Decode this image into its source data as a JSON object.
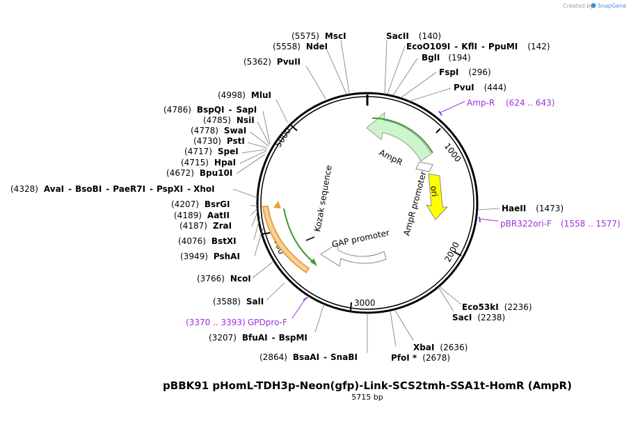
{
  "brand": {
    "created_by": "Created by",
    "name": "SnapGene"
  },
  "plasmid": {
    "title": "pBBK91 pHomL-TDH3p-Neon(gfp)-Link-SCS2tmh-SSA1t-HomR (AmpR)",
    "size_label": "5715 bp"
  },
  "ticks": [
    "1000",
    "2000",
    "3000",
    "4000",
    "5000"
  ],
  "enzyme_sites": [
    {
      "id": "mscI",
      "coord": "(5575)",
      "names": [
        "MscI"
      ]
    },
    {
      "id": "ndeI",
      "coord": "(5558)",
      "names": [
        "NdeI"
      ]
    },
    {
      "id": "pvuII",
      "coord": "(5362)",
      "names": [
        "PvuII"
      ]
    },
    {
      "id": "mluI",
      "coord": "(4998)",
      "names": [
        "MluI"
      ]
    },
    {
      "id": "bspqi",
      "coord": "(4786)",
      "names": [
        "BspQI",
        "SapI"
      ]
    },
    {
      "id": "nsiI",
      "coord": "(4785)",
      "names": [
        "NsiI"
      ]
    },
    {
      "id": "swaI",
      "coord": "(4778)",
      "names": [
        "SwaI"
      ]
    },
    {
      "id": "pstI",
      "coord": "(4730)",
      "names": [
        "PstI"
      ]
    },
    {
      "id": "speI",
      "coord": "(4717)",
      "names": [
        "SpeI"
      ]
    },
    {
      "id": "hpaI",
      "coord": "(4715)",
      "names": [
        "HpaI"
      ]
    },
    {
      "id": "bpu10I",
      "coord": "(4672)",
      "names": [
        "Bpu10I"
      ]
    },
    {
      "id": "avaI",
      "coord": "(4328)",
      "names": [
        "AvaI",
        "BsoBI",
        "PaeR7I",
        "PspXI",
        "XhoI"
      ]
    },
    {
      "id": "bsrGI",
      "coord": "(4207)",
      "names": [
        "BsrGI"
      ]
    },
    {
      "id": "aatII",
      "coord": "(4189)",
      "names": [
        "AatII"
      ]
    },
    {
      "id": "zraI",
      "coord": "(4187)",
      "names": [
        "ZraI"
      ]
    },
    {
      "id": "bstXI",
      "coord": "(4076)",
      "names": [
        "BstXI"
      ]
    },
    {
      "id": "pshAI",
      "coord": "(3949)",
      "names": [
        "PshAI"
      ]
    },
    {
      "id": "ncoI",
      "coord": "(3766)",
      "names": [
        "NcoI"
      ]
    },
    {
      "id": "salI",
      "coord": "(3588)",
      "names": [
        "SalI"
      ]
    },
    {
      "id": "bfuAI",
      "coord": "(3207)",
      "names": [
        "BfuAI",
        "BspMI"
      ]
    },
    {
      "id": "bsaAI",
      "coord": "(2864)",
      "names": [
        "BsaAI",
        "SnaBI"
      ]
    },
    {
      "id": "pfoI",
      "coord": "(2678)",
      "names": [
        "PfoI *"
      ]
    },
    {
      "id": "xbaI",
      "coord": "(2636)",
      "names": [
        "XbaI"
      ]
    },
    {
      "id": "sacI",
      "coord": "(2238)",
      "names": [
        "SacI"
      ]
    },
    {
      "id": "eco53kI",
      "coord": "(2236)",
      "names": [
        "Eco53kI"
      ]
    },
    {
      "id": "haeII",
      "coord": "(1473)",
      "names": [
        "HaeII"
      ]
    },
    {
      "id": "pvuI",
      "coord": "(444)",
      "names": [
        "PvuI"
      ]
    },
    {
      "id": "fspI",
      "coord": "(296)",
      "names": [
        "FspI"
      ]
    },
    {
      "id": "bglI",
      "coord": "(194)",
      "names": [
        "BglI"
      ]
    },
    {
      "id": "eco0109I",
      "coord": "(142)",
      "names": [
        "EcoO109I",
        "KflI",
        "PpuMI"
      ]
    },
    {
      "id": "sacII",
      "coord": "(140)",
      "names": [
        "SacII"
      ]
    }
  ],
  "primers": [
    {
      "id": "amp-r",
      "name": "Amp-R",
      "range": "(624 .. 643)"
    },
    {
      "id": "pbr322ori-f",
      "name": "pBR322ori-F",
      "range": "(1558 .. 1577)"
    },
    {
      "id": "gpdpro-f",
      "name": "GPDpro-F",
      "range": "(3370 .. 3393)"
    }
  ],
  "features": [
    {
      "id": "ampr",
      "name": "AmpR"
    },
    {
      "id": "ampr-promoter",
      "name": "AmpR promoter"
    },
    {
      "id": "ori",
      "name": "ori"
    },
    {
      "id": "gap-promoter",
      "name": "GAP promoter"
    },
    {
      "id": "kozak",
      "name": "Kozak sequence"
    }
  ],
  "colors": {
    "primer": "#9b30d9",
    "ampr_fill": "#ccf5cc",
    "ampr_stroke": "#3a9a2a",
    "ori_fill": "#ffff00",
    "orf_orange": "#e8a040",
    "ring": "#000000"
  }
}
